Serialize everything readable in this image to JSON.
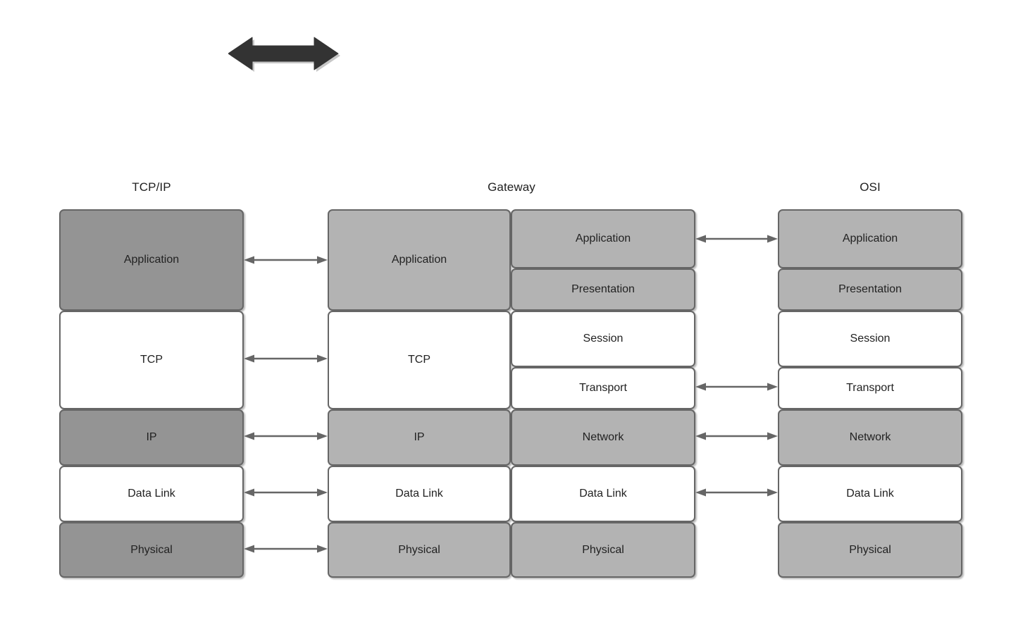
{
  "diagram": {
    "title_arrow": {
      "name": "bidirectional-communication-arrow",
      "color": "#333333"
    },
    "colors": {
      "tcpip_shaded": "#949494",
      "shaded": "#b3b3b3",
      "unshaded": "#ffffff",
      "border": "#666666",
      "text": "#222222",
      "connector": "#666666"
    },
    "columns": [
      {
        "id": "tcpip",
        "header": "TCP/IP",
        "layers": [
          {
            "label": "Application",
            "fill": "dark"
          },
          {
            "label": "TCP",
            "fill": "white"
          },
          {
            "label": "IP",
            "fill": "dark"
          },
          {
            "label": "Data Link",
            "fill": "white"
          },
          {
            "label": "Physical",
            "fill": "dark"
          }
        ]
      },
      {
        "id": "gateway",
        "header": "Gateway",
        "left_layers": [
          {
            "label": "Application",
            "fill": "gray"
          },
          {
            "label": "TCP",
            "fill": "white"
          },
          {
            "label": "IP",
            "fill": "gray"
          },
          {
            "label": "Data Link",
            "fill": "white"
          },
          {
            "label": "Physical",
            "fill": "gray"
          }
        ],
        "right_layers": [
          {
            "label": "Application",
            "fill": "gray"
          },
          {
            "label": "Presentation",
            "fill": "gray"
          },
          {
            "label": "Session",
            "fill": "white"
          },
          {
            "label": "Transport",
            "fill": "white"
          },
          {
            "label": "Network",
            "fill": "gray"
          },
          {
            "label": "Data Link",
            "fill": "white"
          },
          {
            "label": "Physical",
            "fill": "gray"
          }
        ]
      },
      {
        "id": "osi",
        "header": "OSI",
        "layers": [
          {
            "label": "Application",
            "fill": "gray"
          },
          {
            "label": "Presentation",
            "fill": "gray"
          },
          {
            "label": "Session",
            "fill": "white"
          },
          {
            "label": "Transport",
            "fill": "white"
          },
          {
            "label": "Network",
            "fill": "gray"
          },
          {
            "label": "Data Link",
            "fill": "white"
          },
          {
            "label": "Physical",
            "fill": "gray"
          }
        ]
      }
    ],
    "connectors_left": [
      {
        "from": "Application",
        "to": "Application"
      },
      {
        "from": "TCP",
        "to": "TCP"
      },
      {
        "from": "IP",
        "to": "IP"
      },
      {
        "from": "Data Link",
        "to": "Data Link"
      },
      {
        "from": "Physical",
        "to": "Physical"
      }
    ],
    "connectors_right": [
      {
        "from": "Application",
        "to": "Application"
      },
      {
        "from": "Transport",
        "to": "Transport"
      },
      {
        "from": "Network",
        "to": "Network"
      },
      {
        "from": "Data Link",
        "to": "Data Link"
      }
    ]
  }
}
